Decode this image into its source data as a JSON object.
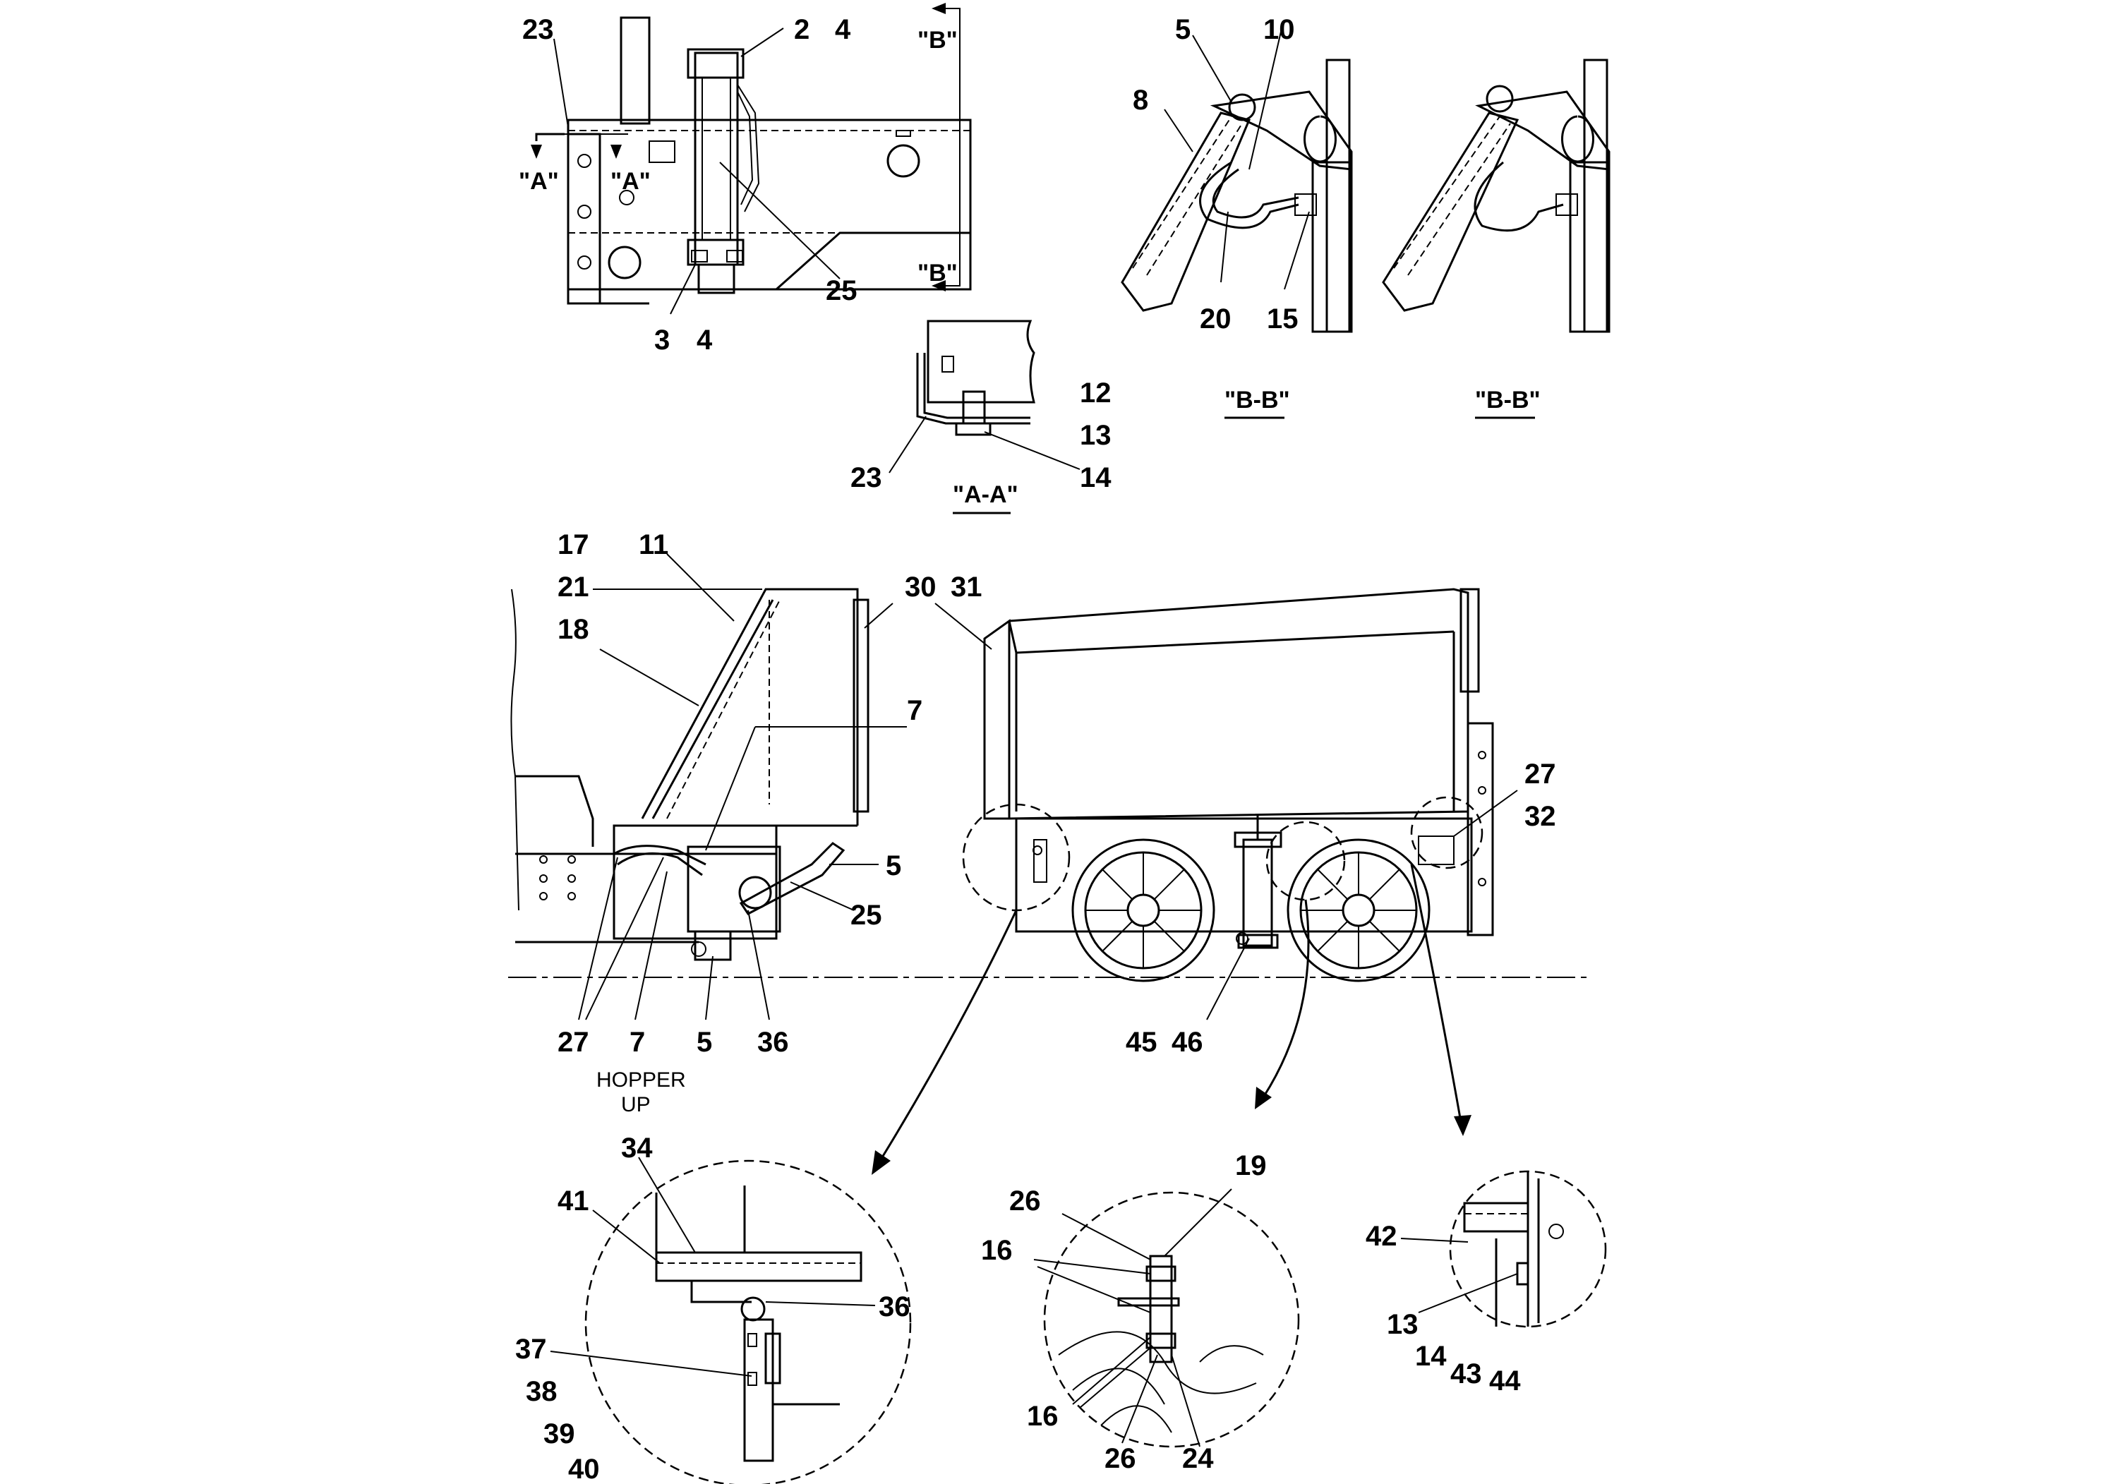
{
  "callouts": {
    "c23a": "23",
    "c2": "2",
    "c4a": "4",
    "c3": "3",
    "c4b": "4",
    "c25a": "25",
    "c5a": "5",
    "c10": "10",
    "c8": "8",
    "c20": "20",
    "c15": "15",
    "c12": "12",
    "c13a": "13",
    "c14a": "14",
    "c23b": "23",
    "c17": "17",
    "c11": "11",
    "c21": "21",
    "c18": "18",
    "c30": "30",
    "c31": "31",
    "c7a": "7",
    "c5b": "5",
    "c25b": "25",
    "c27a": "27",
    "c7b": "7",
    "c5c": "5",
    "c36a": "36",
    "c27b": "27",
    "c32": "32",
    "c45": "45",
    "c46": "46",
    "c34": "34",
    "c41": "41",
    "c36b": "36",
    "c37": "37",
    "c38": "38",
    "c39": "39",
    "c40": "40",
    "c26a": "26",
    "c19": "19",
    "c16a": "16",
    "c16b": "16",
    "c26b": "26",
    "c24": "24",
    "c42": "42",
    "c13b": "13",
    "c14b": "14",
    "c43": "43",
    "c44": "44"
  },
  "section_labels": {
    "a_left": "\"A\"",
    "a_right": "\"A\"",
    "b_top": "\"B\"",
    "b_bottom": "\"B\"",
    "bb_left": "\"B-B\"",
    "bb_right": "\"B-B\"",
    "aa": "\"A-A\""
  },
  "notes": {
    "hopper_line1": "HOPPER",
    "hopper_line2": "UP"
  }
}
